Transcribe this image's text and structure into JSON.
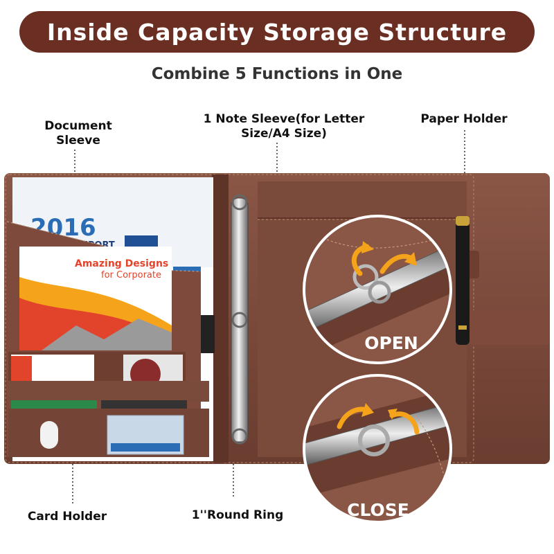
{
  "banner": {
    "title": "Inside Capacity Storage Structure"
  },
  "subtitle": "Combine 5 Functions in One",
  "callouts": {
    "document_sleeve_line1": "Document",
    "document_sleeve_line2": "Sleeve",
    "note_sleeve_line1": "1 Note Sleeve(for Letter",
    "note_sleeve_line2": "Size/A4 Size)",
    "paper_holder": "Paper Holder",
    "card_holder": "Card Holder",
    "round_ring": "1''Round Ring"
  },
  "insets": {
    "open_label": "OPEN",
    "close_label": "CLOSE"
  },
  "document": {
    "year": "2016",
    "report": "REPORT",
    "brochure_line1": "Amazing Designs",
    "brochure_line2": "for Corporate"
  },
  "colors": {
    "banner": "#6b2e22",
    "leather": "#7a4a3a",
    "leather_dark": "#5e3428",
    "accent_orange": "#f5a31a",
    "accent_blue": "#2a6db5"
  }
}
